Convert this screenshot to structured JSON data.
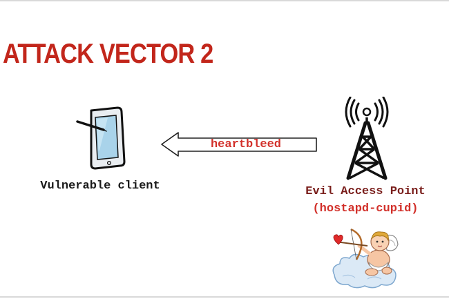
{
  "slide": {
    "title": "ATTACK VECTOR 2"
  },
  "client": {
    "label": "Vulnerable client",
    "icon": "tablet-icon"
  },
  "attack": {
    "label": "heartbleed",
    "direction": "from access point to client"
  },
  "access_point": {
    "label": "Evil Access Point",
    "sublabel": "(hostapd-cupid)",
    "icon": "radio-tower-icon"
  },
  "mascot": {
    "icon": "cupid-icon"
  },
  "colors": {
    "title": "#c2261b",
    "attack_label": "#d2302a",
    "ap_label": "#7a1f1c",
    "ap_sublabel": "#d2302a",
    "text": "#1a1a1a"
  }
}
